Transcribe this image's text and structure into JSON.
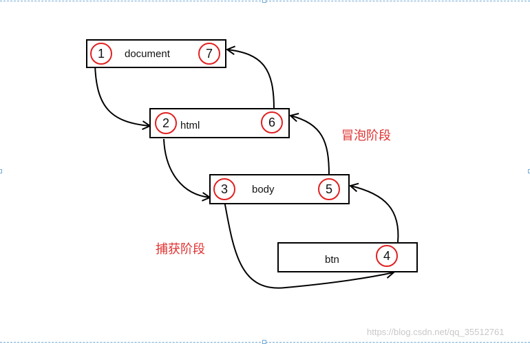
{
  "nodes": {
    "document": "document",
    "html": "html",
    "body": "body",
    "btn": "btn"
  },
  "steps": [
    "1",
    "2",
    "3",
    "4",
    "5",
    "6",
    "7"
  ],
  "phases": {
    "bubbling": "冒泡阶段",
    "capture": "捕获阶段"
  },
  "watermark": "https://blog.csdn.net/qq_35512761",
  "colors": {
    "step_border": "#e02020",
    "phase_text": "#e03030",
    "box_border": "#000000",
    "arrow": "#000000",
    "frame": "#6fa8d6"
  }
}
